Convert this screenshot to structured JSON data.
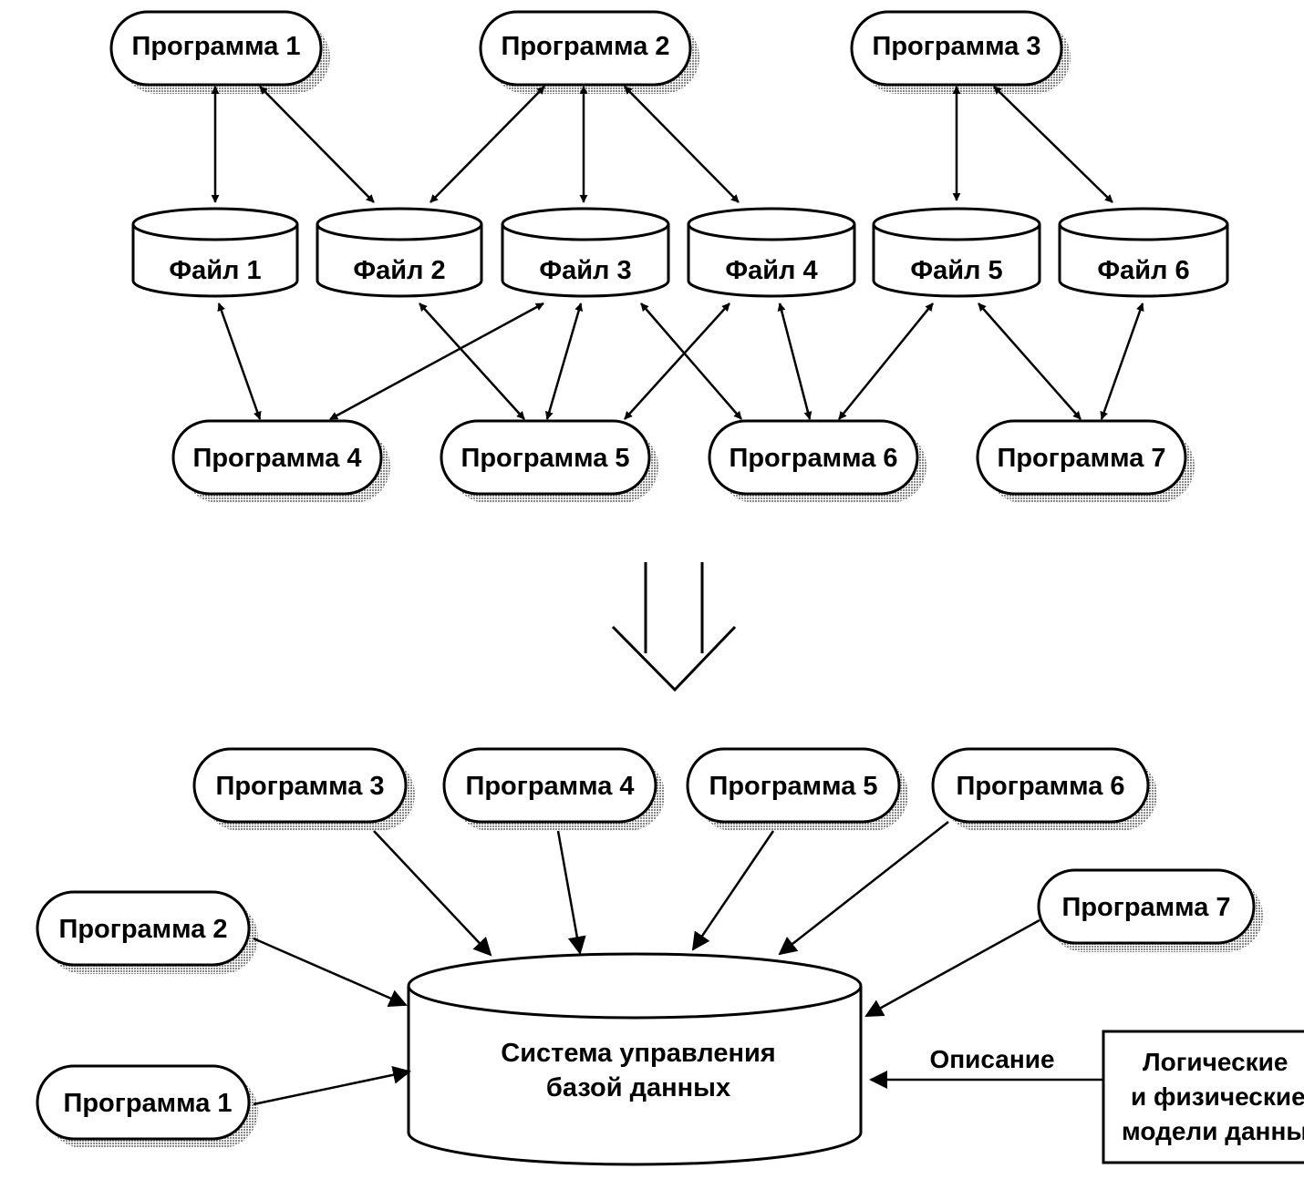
{
  "top": {
    "programs_upper": [
      "Программа 1",
      "Программа 2",
      "Программа 3"
    ],
    "files": [
      "Файл 1",
      "Файл 2",
      "Файл 3",
      "Файл 4",
      "Файл 5",
      "Файл 6"
    ],
    "programs_lower": [
      "Программа 4",
      "Программа 5",
      "Программа 6",
      "Программа 7"
    ]
  },
  "bottom": {
    "programs_row": [
      "Программа 3",
      "Программа 4",
      "Программа 5",
      "Программа 6"
    ],
    "program_2": "Программа 2",
    "program_1": "Программа 1",
    "program_7": "Программа 7",
    "dbms_line1": "Система управления",
    "dbms_line2": "базой данных",
    "description_label": "Описание",
    "models_line1": "Логические",
    "models_line2": "и физические",
    "models_line3": "модели данных"
  },
  "colors": {
    "ink": "#000000",
    "shadow": "#9a9a9a",
    "fill": "#ffffff"
  }
}
